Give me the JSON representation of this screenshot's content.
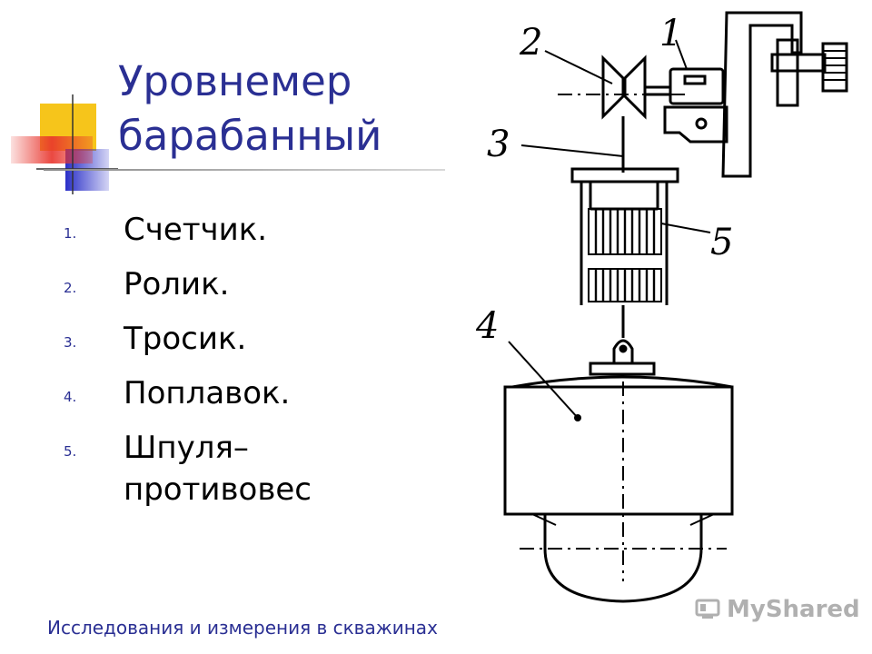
{
  "slide": {
    "title_line1": "Уровнемер",
    "title_line2": "барабанный",
    "items": [
      {
        "num": "1.",
        "text": "Счетчик."
      },
      {
        "num": "2.",
        "text": "Ролик."
      },
      {
        "num": "3.",
        "text": "Тросик."
      },
      {
        "num": "4.",
        "text": "Поплавок."
      },
      {
        "num": "5.",
        "text": "Шпуля– противовес"
      }
    ],
    "footer": "Исследования и измерения в скважинах"
  },
  "diagram": {
    "labels": [
      "2",
      "1",
      "3",
      "5",
      "4"
    ]
  },
  "watermark": {
    "text": "MyShared"
  },
  "colors": {
    "title": "#2a2f93",
    "accent_yellow": "#f6c51b",
    "accent_red": "#e8342c",
    "accent_blue": "#2a2fc8"
  }
}
